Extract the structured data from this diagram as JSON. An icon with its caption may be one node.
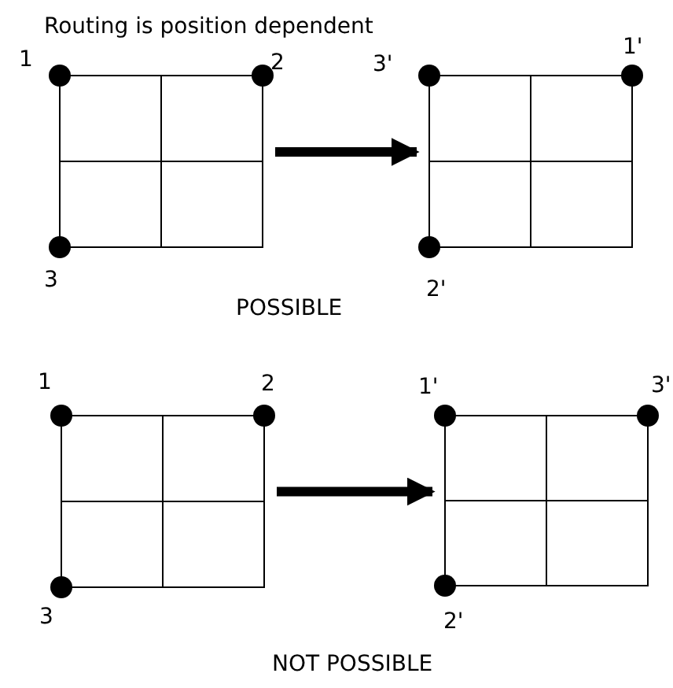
{
  "diagram": {
    "title": "Routing is position dependent",
    "nodes": [
      {
        "text": [],
        "shape": "picture"
      },
      {
        "text": [],
        "shape": "picture"
      },
      {
        "text": [],
        "shape": "picture"
      },
      {
        "text": [],
        "shape": "picture"
      }
    ],
    "edges": [
      {
        "from": 0,
        "to": 1,
        "arrow": "to"
      },
      {
        "from": 2,
        "to": 3,
        "arrow": "to"
      }
    ],
    "labels": [
      "1",
      "2",
      "3'",
      "1'",
      "3",
      "2'",
      "POSSIBLE",
      "1",
      "2",
      "1'",
      "3'",
      "3",
      "2'",
      "NOT POSSIBLE"
    ]
  }
}
